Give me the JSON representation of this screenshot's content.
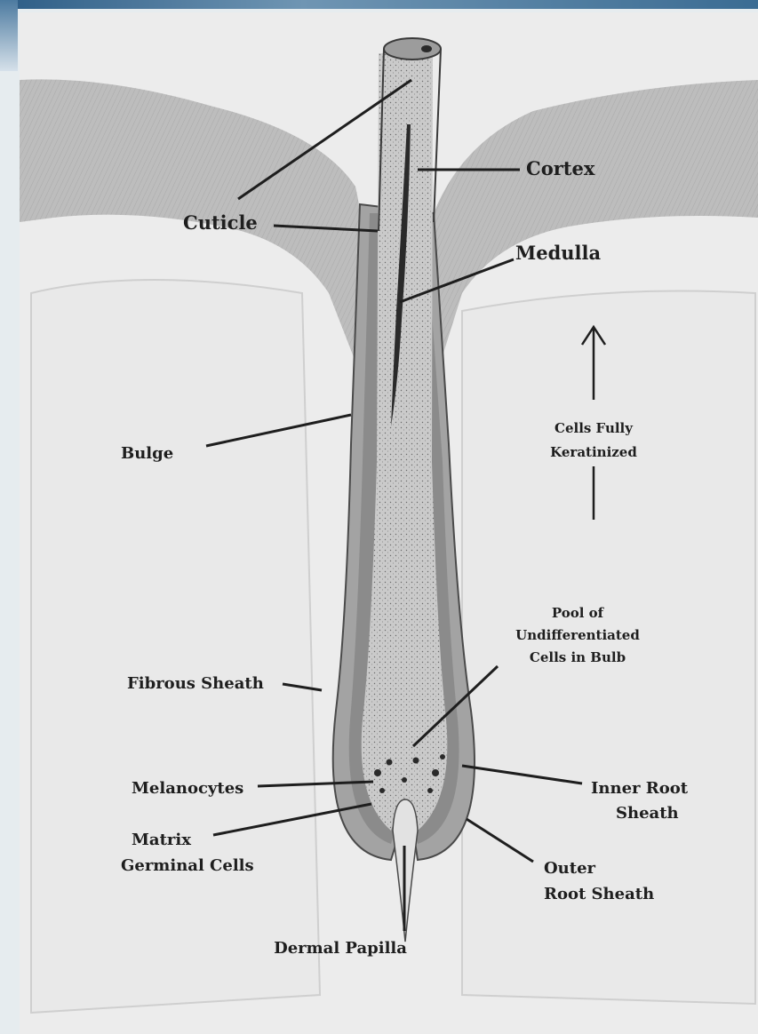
{
  "labels": {
    "cortex": "Cortex",
    "cuticle": "Cuticle",
    "medulla": "Medulla",
    "cells_fully_line1": "Cells Fully",
    "cells_fully_line2": "Keratinized",
    "bulge": "Bulge",
    "pool_line1": "Pool of",
    "pool_line2": "Undifferentiated",
    "pool_line3": "Cells in Bulb",
    "fibrous_sheath": "Fibrous Sheath",
    "melanocytes": "Melanocytes",
    "inner_root_line1": "Inner Root",
    "inner_root_line2": "Sheath",
    "matrix_line1": "Matrix",
    "matrix_line2": "Germinal Cells",
    "outer_root_line1": "Outer",
    "outer_root_line2": "Root Sheath",
    "dermal_papilla": "Dermal Papilla"
  },
  "colors": {
    "paper": "#ececec",
    "ink": "#1e1e1e",
    "epidermis": "#b9b9b9",
    "follicle": "#9a9a9a",
    "hair_shaft": "#c8c8c8",
    "frame_blue": "#2d5d86"
  }
}
